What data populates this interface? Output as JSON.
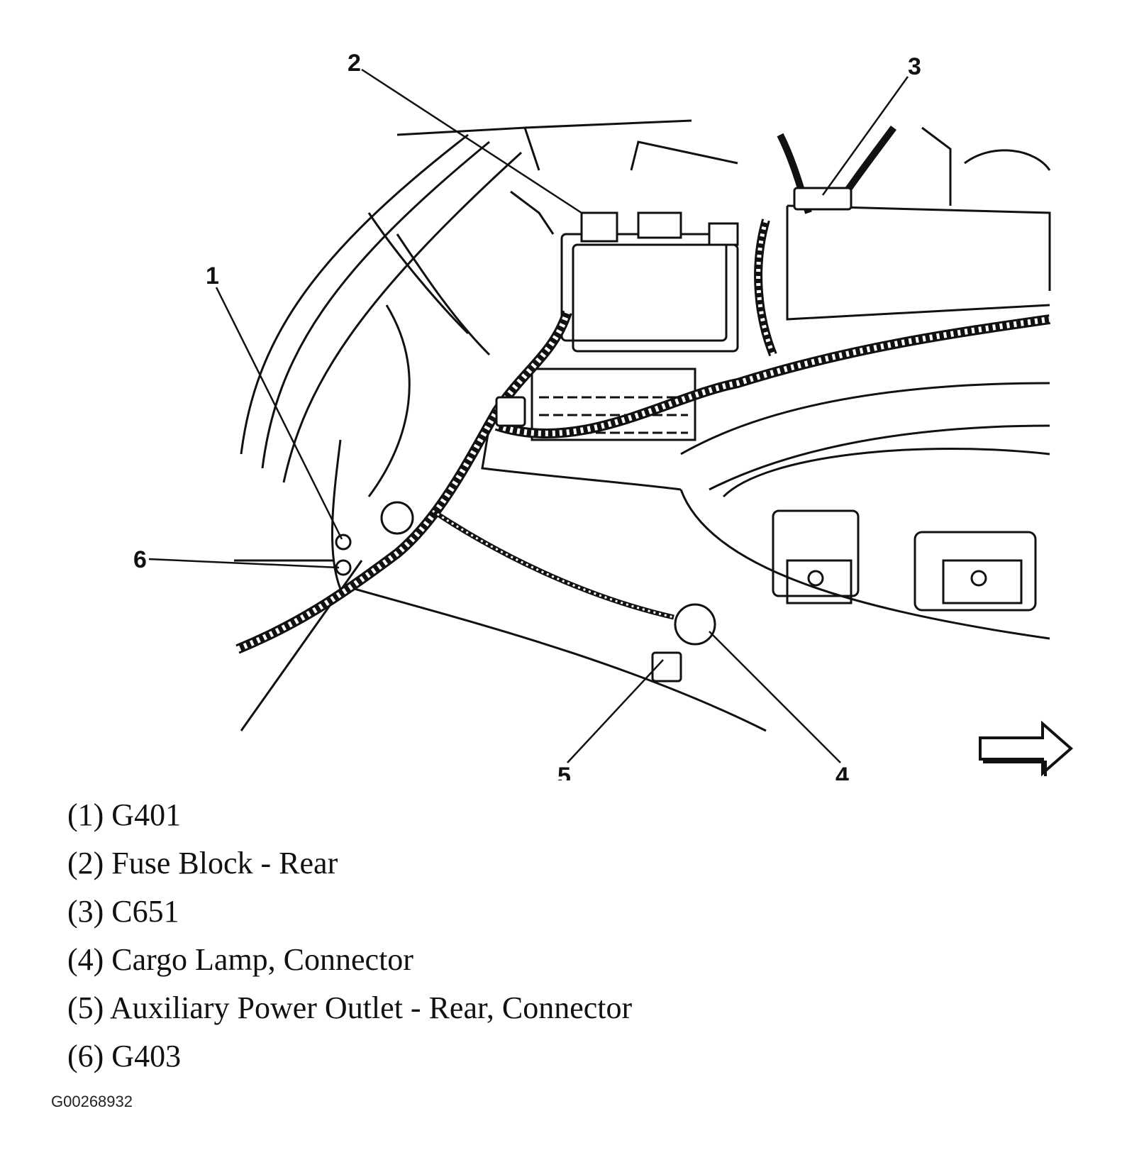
{
  "callouts": [
    {
      "number": "1"
    },
    {
      "number": "2"
    },
    {
      "number": "3"
    },
    {
      "number": "4"
    },
    {
      "number": "5"
    },
    {
      "number": "6"
    }
  ],
  "legend": [
    "(1) G401",
    "(2) Fuse Block - Rear",
    "(3) C651",
    "(4) Cargo Lamp, Connector",
    "(5) Auxiliary Power Outlet - Rear, Connector",
    "(6) G403"
  ],
  "figure_id": "G00268932",
  "icons": {
    "direction_arrow": "arrow-right-icon"
  },
  "colors": {
    "line": "#111111",
    "background": "#ffffff"
  }
}
